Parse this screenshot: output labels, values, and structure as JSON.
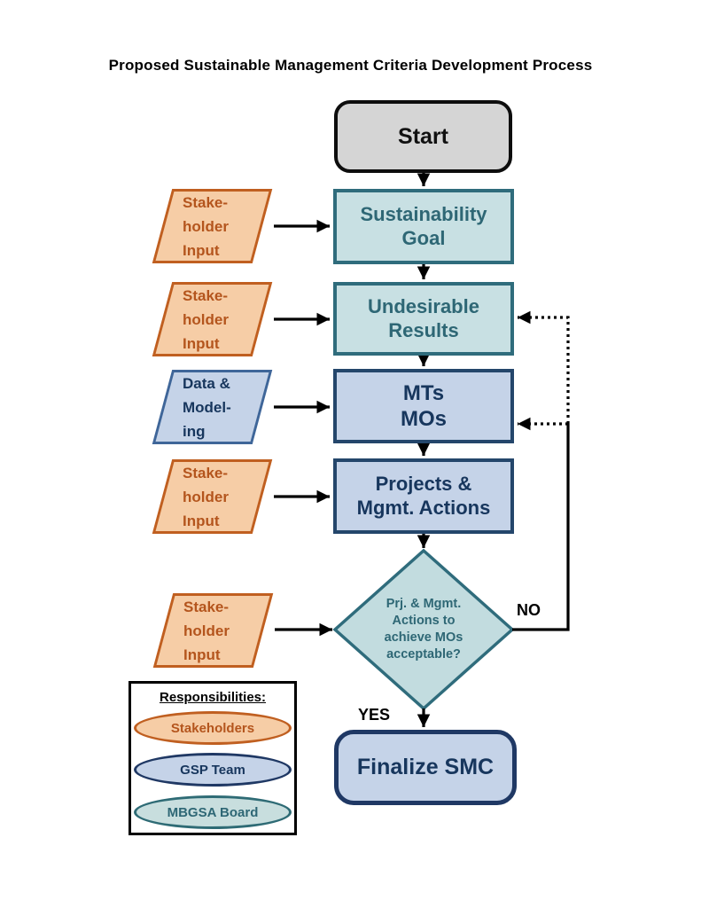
{
  "title": "Proposed Sustainable Management Criteria Development Process",
  "flow": {
    "start": {
      "label": "Start"
    },
    "boxes": [
      {
        "id": "sustainability-goal",
        "label": "Sustainability\nGoal",
        "owner": "MBGSA Board"
      },
      {
        "id": "undesirable-results",
        "label": "Undesirable\nResults",
        "owner": "MBGSA Board"
      },
      {
        "id": "mts-mos",
        "label": "MTs\nMOs",
        "owner": "GSP Team"
      },
      {
        "id": "projects-mgmt-actions",
        "label": "Projects &\nMgmt. Actions",
        "owner": "GSP Team"
      }
    ],
    "decision": {
      "label": "Prj. & Mgmt.\nActions to\nachieve MOs\nacceptable?"
    },
    "finalize": {
      "label": "Finalize SMC"
    },
    "edge_labels": {
      "no": "NO",
      "yes": "YES"
    }
  },
  "inputs": [
    {
      "type": "stakeholder",
      "label": "Stake-\nholder\nInput"
    },
    {
      "type": "stakeholder",
      "label": "Stake-\nholder\nInput"
    },
    {
      "type": "data-modeling",
      "label": "Data &\nModel-\ning"
    },
    {
      "type": "stakeholder",
      "label": "Stake-\nholder\nInput"
    },
    {
      "type": "stakeholder",
      "label": "Stake-\nholder\nInput"
    }
  ],
  "legend": {
    "title": "Responsibilities:",
    "items": [
      {
        "label": "Stakeholders",
        "type": "stakeholder"
      },
      {
        "label": "GSP Team",
        "type": "gsp-team"
      },
      {
        "label": "MBGSA Board",
        "type": "mbgsa-board"
      }
    ]
  },
  "colors": {
    "start_fill": "#d5d5d5",
    "teal_fill": "#c8e0e3",
    "teal_border": "#2f6c7c",
    "teal_text": "#2e6775",
    "blue_fill": "#c5d3e8",
    "blue_border": "#24466b",
    "blue_text": "#17365d",
    "parallelogram_blue_border": "#3f6699",
    "orange_fill": "#f6cda6",
    "orange_border": "#c05f20",
    "orange_text": "#b4551d",
    "finalize_border": "#1f3864",
    "arrow": "#000000"
  }
}
